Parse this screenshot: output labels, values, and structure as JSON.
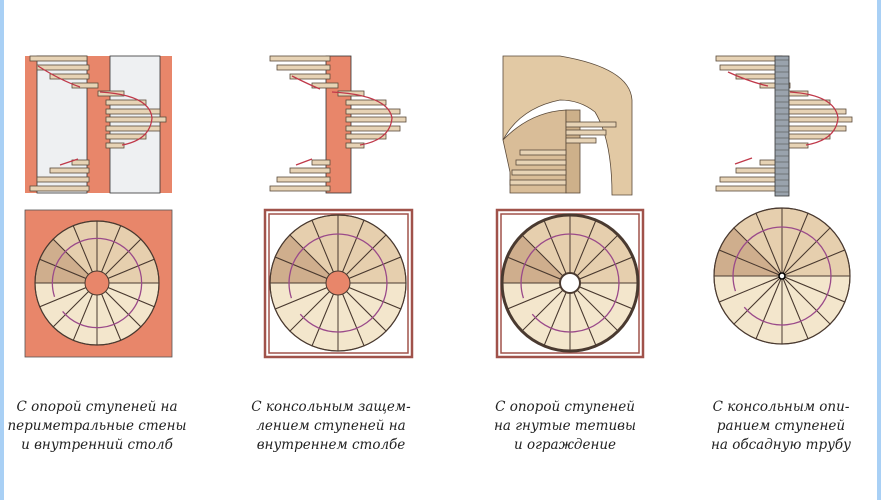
{
  "colors": {
    "wall": "#e8866a",
    "step": "#e7d3b5",
    "step_dark": "#c9ad8c",
    "plan_light": "#f3e6cc",
    "plan_mid": "#e6cfae",
    "plan_dark": "#cfae8d",
    "arrow": "#9a4a8a",
    "line": "#4a3a30",
    "frame": "#a0524a",
    "border": "#a9d0f5"
  },
  "panels": [
    {
      "caption": [
        "С опорой ступеней на",
        "периметральные стены",
        "и внутренний столб"
      ],
      "core": "orange",
      "frame": "solid"
    },
    {
      "caption": [
        "С консольным защем-",
        "лением ступеней на",
        "внутреннем столбе"
      ],
      "core": "orange",
      "frame": "double"
    },
    {
      "caption": [
        "С опорой ступеней",
        "на гнутые тетивы",
        "и ограждение"
      ],
      "core": "white",
      "frame": "double"
    },
    {
      "caption": [
        "С консольным опи-",
        "ранием ступеней",
        "на обсадную трубу"
      ],
      "core": "pin",
      "frame": "none"
    }
  ]
}
